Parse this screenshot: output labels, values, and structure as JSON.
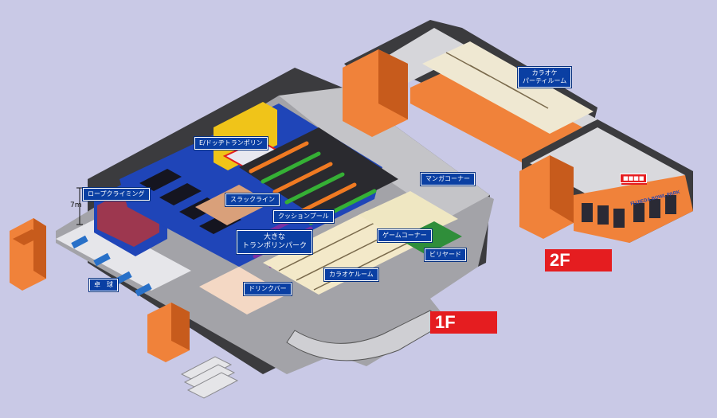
{
  "floors": {
    "first": "1F",
    "second": "2F"
  },
  "height_marker": "7m",
  "labels_1f": {
    "rope_climbing": "ロープクライミング",
    "dodge_trampoline": "E/ドッヂトランポリン",
    "slackline": "スラックライン",
    "cushion_pool": "クッションプール",
    "big_trampoline": "大きな\nトランポリンパーク",
    "manga_corner": "マンガコーナー",
    "game_corner": "ゲームコーナー",
    "billiards": "ビリヤード",
    "karaoke_room": "カラオケルーム",
    "drink_bar": "ドリンクバー",
    "table_tennis": "卓　球"
  },
  "labels_2f": {
    "karaoke_party_room": "カラオケ\nパーティルーム",
    "shop_sign": "■■■■"
  },
  "facade_text": "FUJIEDA BOWL PARK",
  "colors": {
    "background": "#c9c9e6",
    "label_blue": "#0a3fa3",
    "floor_red": "#e51d20",
    "stair_orange": "#f0823a",
    "wall_dark": "#3b3b3e",
    "floor_gray": "#9a9a9a",
    "trampoline_blue": "#1f45b8",
    "lane_green": "#35b035",
    "lane_orange": "#f07a22",
    "lane_purple": "#7b2fa3"
  }
}
